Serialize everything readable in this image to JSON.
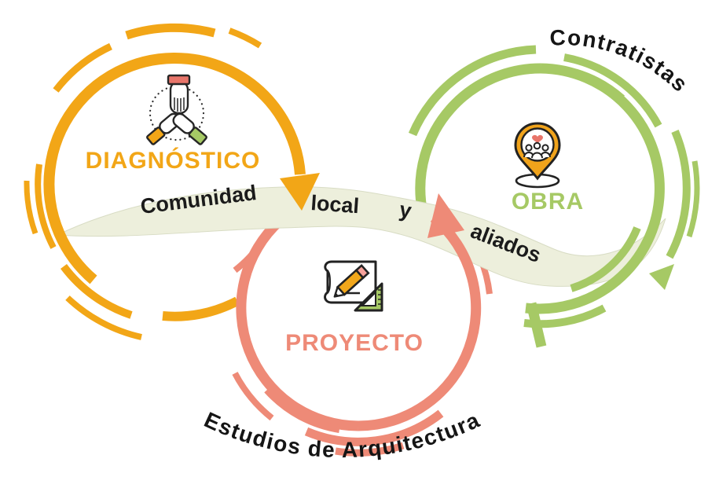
{
  "diagram": {
    "stages": [
      {
        "id": "diagnostico",
        "label": "DIAGNÓSTICO",
        "color": "#F2A617",
        "icon": "teamwork-hands-icon"
      },
      {
        "id": "obra",
        "label": "OBRA",
        "color": "#A6C965",
        "icon": "location-pin-icon"
      },
      {
        "id": "proyecto",
        "label": "PROYECTO",
        "color": "#EE8A77",
        "icon": "blueprint-pencil-icon"
      }
    ],
    "ribbon": {
      "full_text": "Comunidad local y aliados",
      "words": [
        "Comunidad",
        "local",
        "y",
        "aliados"
      ],
      "band_color": "#EDEFDC",
      "text_color": "#1b1b1b"
    },
    "outer_labels": {
      "contratistas": "Contratistas",
      "estudios": "Estudios de Arquitectura"
    },
    "colors": {
      "orange": "#F2A617",
      "green": "#A6C965",
      "salmon": "#EE8A77",
      "ribbon": "#EDEFDC",
      "outline": "#262626",
      "cuff_red": "#E8756A",
      "heart_pink": "#E8756A",
      "pin_orange": "#F0A31B",
      "pencil_orange": "#F2A71B",
      "eraser_pink": "#F7A29B",
      "triangle_green": "#A6C965"
    }
  }
}
